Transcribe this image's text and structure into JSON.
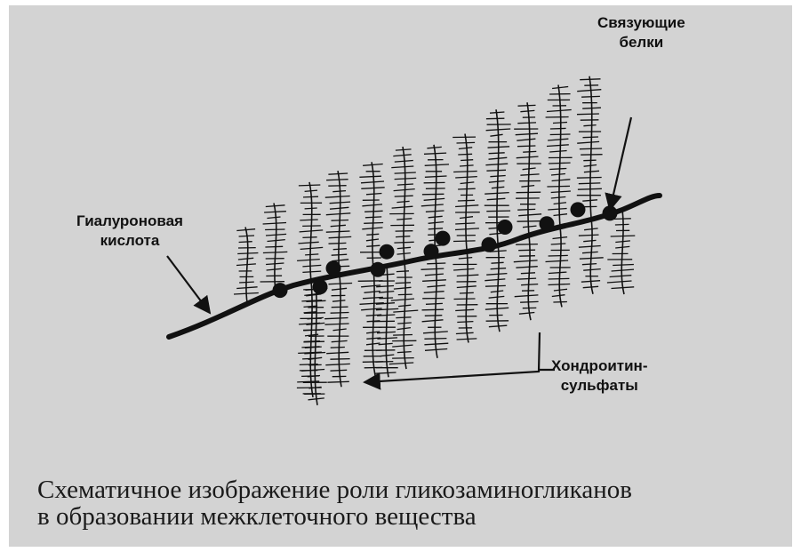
{
  "labels": {
    "binding_proteins": [
      "Связующие",
      "белки"
    ],
    "hyaluronic_acid": [
      "Гиалуроновая",
      "кислота"
    ],
    "chondroitin_sulfates": [
      "Хондроитин-",
      "сульфаты"
    ]
  },
  "caption": {
    "line1": "Схематичное изображение роли гликозаминогликанов",
    "line2": "в образовании межклеточного вещества"
  },
  "colors": {
    "background": "#d3d3d3",
    "ink": "#111111"
  }
}
